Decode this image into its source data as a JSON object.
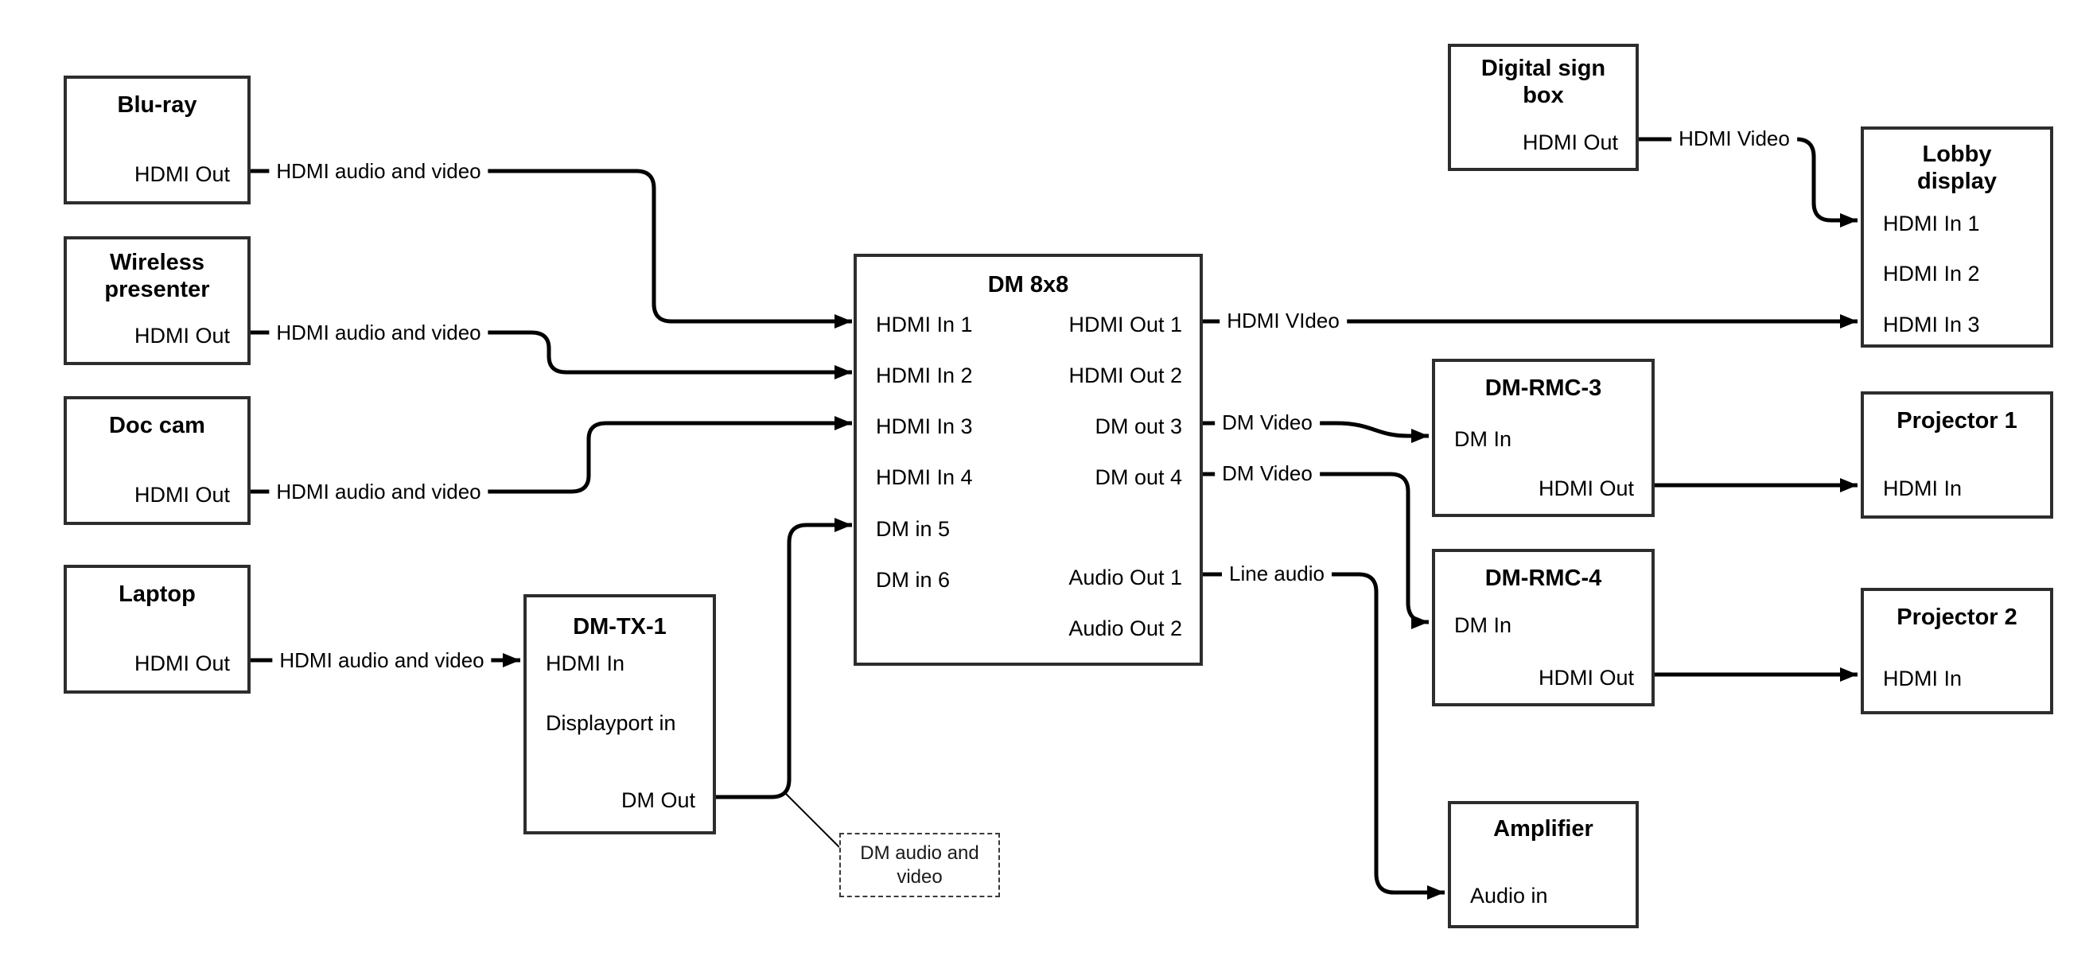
{
  "nodes": {
    "bluray": {
      "title": "Blu-ray",
      "port_out": "HDMI Out"
    },
    "wireless_presenter": {
      "title": "Wireless presenter",
      "port_out": "HDMI Out"
    },
    "doc_cam": {
      "title": "Doc cam",
      "port_out": "HDMI Out"
    },
    "laptop": {
      "title": "Laptop",
      "port_out": "HDMI Out"
    },
    "dm_tx_1": {
      "title": "DM-TX-1",
      "port_hdmi_in": "HDMI In",
      "port_displayport_in": "Displayport in",
      "port_dm_out": "DM Out"
    },
    "dm_8x8": {
      "title": "DM 8x8",
      "port_hdmi_in_1": "HDMI In 1",
      "port_hdmi_in_2": "HDMI In 2",
      "port_hdmi_in_3": "HDMI In 3",
      "port_hdmi_in_4": "HDMI In 4",
      "port_dm_in_5": "DM in 5",
      "port_dm_in_6": "DM in 6",
      "port_hdmi_out_1": "HDMI Out 1",
      "port_hdmi_out_2": "HDMI Out 2",
      "port_dm_out_3": "DM out 3",
      "port_dm_out_4": "DM out 4",
      "port_audio_out_1": "Audio Out 1",
      "port_audio_out_2": "Audio Out 2"
    },
    "digital_sign_box": {
      "title": "Digital sign box",
      "port_out": "HDMI Out"
    },
    "lobby_display": {
      "title": "Lobby display",
      "port_in_1": "HDMI In 1",
      "port_in_2": "HDMI In 2",
      "port_in_3": "HDMI In 3"
    },
    "dm_rmc_3": {
      "title": "DM-RMC-3",
      "port_dm_in": "DM In",
      "port_hdmi_out": "HDMI Out"
    },
    "projector_1": {
      "title": "Projector 1",
      "port_hdmi_in": "HDMI In"
    },
    "dm_rmc_4": {
      "title": "DM-RMC-4",
      "port_dm_in": "DM In",
      "port_hdmi_out": "HDMI Out"
    },
    "projector_2": {
      "title": "Projector 2",
      "port_hdmi_in": "HDMI In"
    },
    "amplifier": {
      "title": "Amplifier",
      "port_audio_in": "Audio in"
    }
  },
  "edge_labels": {
    "bluray_to_dm8x8": "HDMI audio and video",
    "wireless_to_dm8x8": "HDMI audio and video",
    "doccam_to_dm8x8": "HDMI audio and video",
    "laptop_to_dmtx1": "HDMI audio and video",
    "hdmi_out_1": "HDMI VIdeo",
    "dm_out_3": "DM Video",
    "dm_out_4": "DM Video",
    "audio_out_1": "Line audio",
    "digital_sign_out": "HDMI Video"
  },
  "callout": {
    "dm_audio_video": "DM audio and video"
  },
  "colors": {
    "background": "#ffffff",
    "box_border": "#2d2d2d",
    "wire": "#000000",
    "text": "#000000"
  }
}
